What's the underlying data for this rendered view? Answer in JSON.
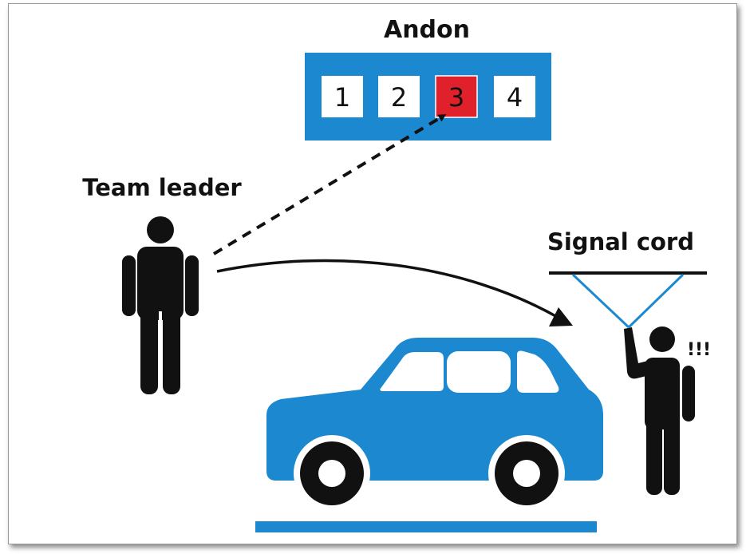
{
  "labels": {
    "andon": "Andon",
    "team_leader": "Team leader",
    "signal_cord": "Signal cord",
    "alert": "!!!"
  },
  "andon_board": {
    "cells": [
      "1",
      "2",
      "3",
      "4"
    ],
    "active_cell": "3"
  },
  "colors": {
    "brand_blue": "#1b88d0",
    "alert_red": "#e0202a",
    "ink": "#111111"
  }
}
